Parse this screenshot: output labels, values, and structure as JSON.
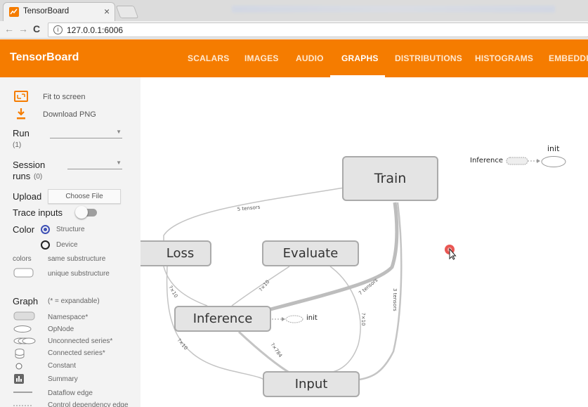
{
  "browser": {
    "tab_title": "TensorBoard",
    "tab_close": "×",
    "back": "←",
    "forward": "→",
    "reload": "C",
    "info_icon": "i",
    "url": "127.0.0.1:6006"
  },
  "header": {
    "brand": "TensorBoard",
    "tabs": [
      {
        "label": "SCALARS"
      },
      {
        "label": "IMAGES"
      },
      {
        "label": "AUDIO"
      },
      {
        "label": "GRAPHS",
        "active": true
      },
      {
        "label": "DISTRIBUTIONS"
      },
      {
        "label": "HISTOGRAMS"
      },
      {
        "label": "EMBEDDIN"
      }
    ],
    "accent_color": "#f57c00"
  },
  "sidebar": {
    "fit_to_screen": "Fit to screen",
    "download_png": "Download PNG",
    "run_label": "Run",
    "run_count": "(1)",
    "session_runs_label_1": "Session",
    "session_runs_label_2": "runs",
    "session_runs_count": "(0)",
    "upload_label": "Upload",
    "choose_file": "Choose File",
    "trace_inputs_label": "Trace inputs",
    "trace_inputs_on": false,
    "color_label": "Color",
    "color_options": [
      {
        "label": "Structure",
        "selected": true
      },
      {
        "label": "Device",
        "selected": false
      }
    ],
    "colors_label": "colors",
    "same_substructure": "same substructure",
    "unique_substructure": "unique substructure",
    "graph_label": "Graph",
    "graph_expandable_note": "(* = expandable)",
    "legend": [
      {
        "label": "Namespace*",
        "icon": "namespace-icon"
      },
      {
        "label": "OpNode",
        "icon": "opnode-icon"
      },
      {
        "label": "Unconnected series*",
        "icon": "unconnected-series-icon"
      },
      {
        "label": "Connected series*",
        "icon": "connected-series-icon"
      },
      {
        "label": "Constant",
        "icon": "constant-icon"
      },
      {
        "label": "Summary",
        "icon": "summary-icon"
      },
      {
        "label": "Dataflow edge",
        "icon": "dataflow-edge-icon"
      },
      {
        "label": "Control dependency edge",
        "icon": "control-edge-icon"
      }
    ]
  },
  "graph": {
    "nodes": {
      "train": "Train",
      "loss": "Loss",
      "evaluate": "Evaluate",
      "inference": "Inference",
      "input": "Input"
    },
    "aux_nodes": {
      "inference_aux_label": "Inference",
      "init_label": "init",
      "inference_init_label": "init"
    },
    "edge_labels": {
      "train_loss": "5 tensors",
      "loss_inference": "?×10",
      "evaluate_inference": "?×10",
      "inference_train": "7 tensors",
      "train_input": "3 tensors",
      "evaluate_input": "?×10",
      "loss_input": "?×10",
      "inference_input": "?×784"
    }
  }
}
